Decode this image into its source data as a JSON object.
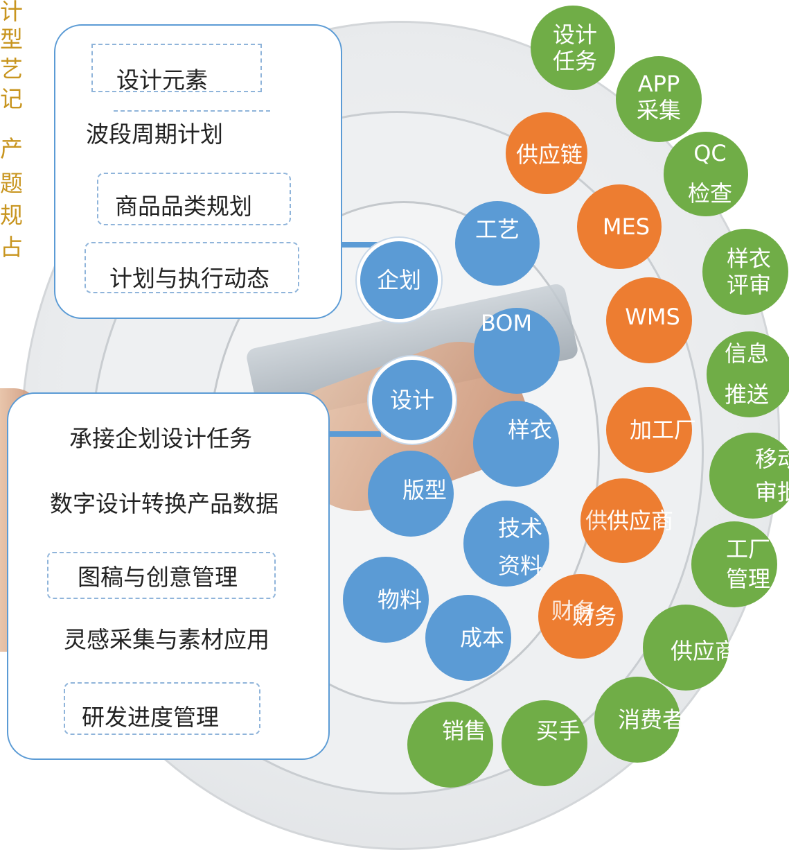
{
  "colors": {
    "blue": "#5b9bd5",
    "orange": "#ed7d31",
    "green": "#70ad47",
    "panel_border": "#5b9bd5",
    "edge_text": "#c8951f"
  },
  "edge_fragments": [
    "计",
    "型",
    "艺",
    "记",
    "产",
    "题",
    "规",
    "占"
  ],
  "planning_panel": {
    "items": [
      "设计元素",
      "波段周期计划",
      "商品品类规划",
      "计划与执行动态"
    ]
  },
  "design_panel": {
    "items": [
      "承接企划设计任务",
      "数字设计转换产品数据",
      "图稿与创意管理",
      "灵感采集与素材应用",
      "研发进度管理"
    ]
  },
  "blue_nodes": {
    "planning": "企划",
    "design": "设计",
    "craft": "工艺",
    "bom": "BOM",
    "sample": "样衣",
    "pattern": "版型",
    "tech_line1": "技术",
    "tech_line2": "资料",
    "material": "物料",
    "cost": "成本"
  },
  "orange_nodes": {
    "supply_chain": "供应链",
    "mes": "MES",
    "wms": "WMS",
    "factory": "加工厂",
    "supplier": "供应商",
    "finance": "财务",
    "finance_overlap": "财务",
    "supplier_overlap": "供"
  },
  "green_nodes": {
    "design_task_line1": "设计",
    "design_task_line2": "任务",
    "app_line1": "APP",
    "app_line2": "采集",
    "qc_line1": "QC",
    "qc_line2": "检查",
    "sample_review_line1": "样衣",
    "sample_review_line2": "评审",
    "info_line1": "信息",
    "info_line2": "推送",
    "mobile_line1": "移动",
    "mobile_line2": "审批",
    "factory_mgmt_line1": "工厂",
    "factory_mgmt_line2": "管理",
    "supplier": "供应商",
    "consumer": "消费者",
    "buyer": "买手",
    "sales": "销售"
  }
}
